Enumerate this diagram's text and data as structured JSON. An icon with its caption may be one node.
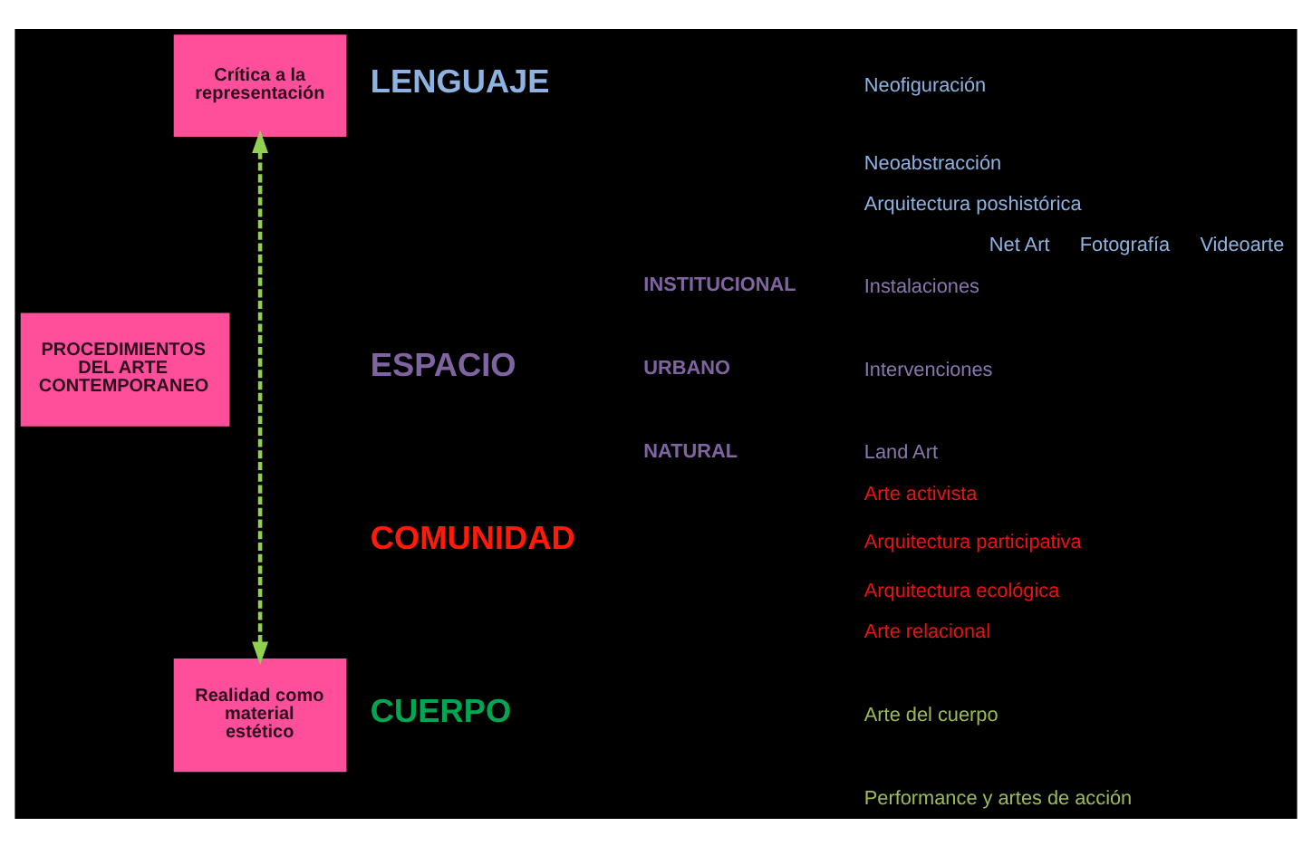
{
  "diagram": {
    "nodes": [
      {
        "text": [
          "Crítica a la representación"
        ]
      },
      {
        "text": [
          "PROCEDIMIENTOS DEL ARTE CONTEMPORANEO"
        ]
      },
      {
        "text": [
          "Realidad como material estético"
        ]
      }
    ],
    "edges": [
      {
        "from": 0,
        "to": 2,
        "arrow": "both",
        "style": "dashed",
        "color": "#92d050"
      }
    ],
    "labels": [
      "LENGUAJE",
      "Neofiguración",
      "Neoabstracción",
      "Arquitectura poshistórica",
      "Net Art",
      "Fotografía",
      "Videoarte",
      "ESPACIO",
      "INSTITUCIONAL",
      "Instalaciones",
      "URBANO",
      "Intervenciones",
      "NATURAL",
      "Land Art",
      "COMUNIDAD",
      "Arte activista",
      "Arquitectura participativa",
      "Arquitectura ecológica",
      "Arte relacional",
      "CUERPO",
      "Arte del cuerpo",
      "Performance y artes de acción"
    ]
  }
}
